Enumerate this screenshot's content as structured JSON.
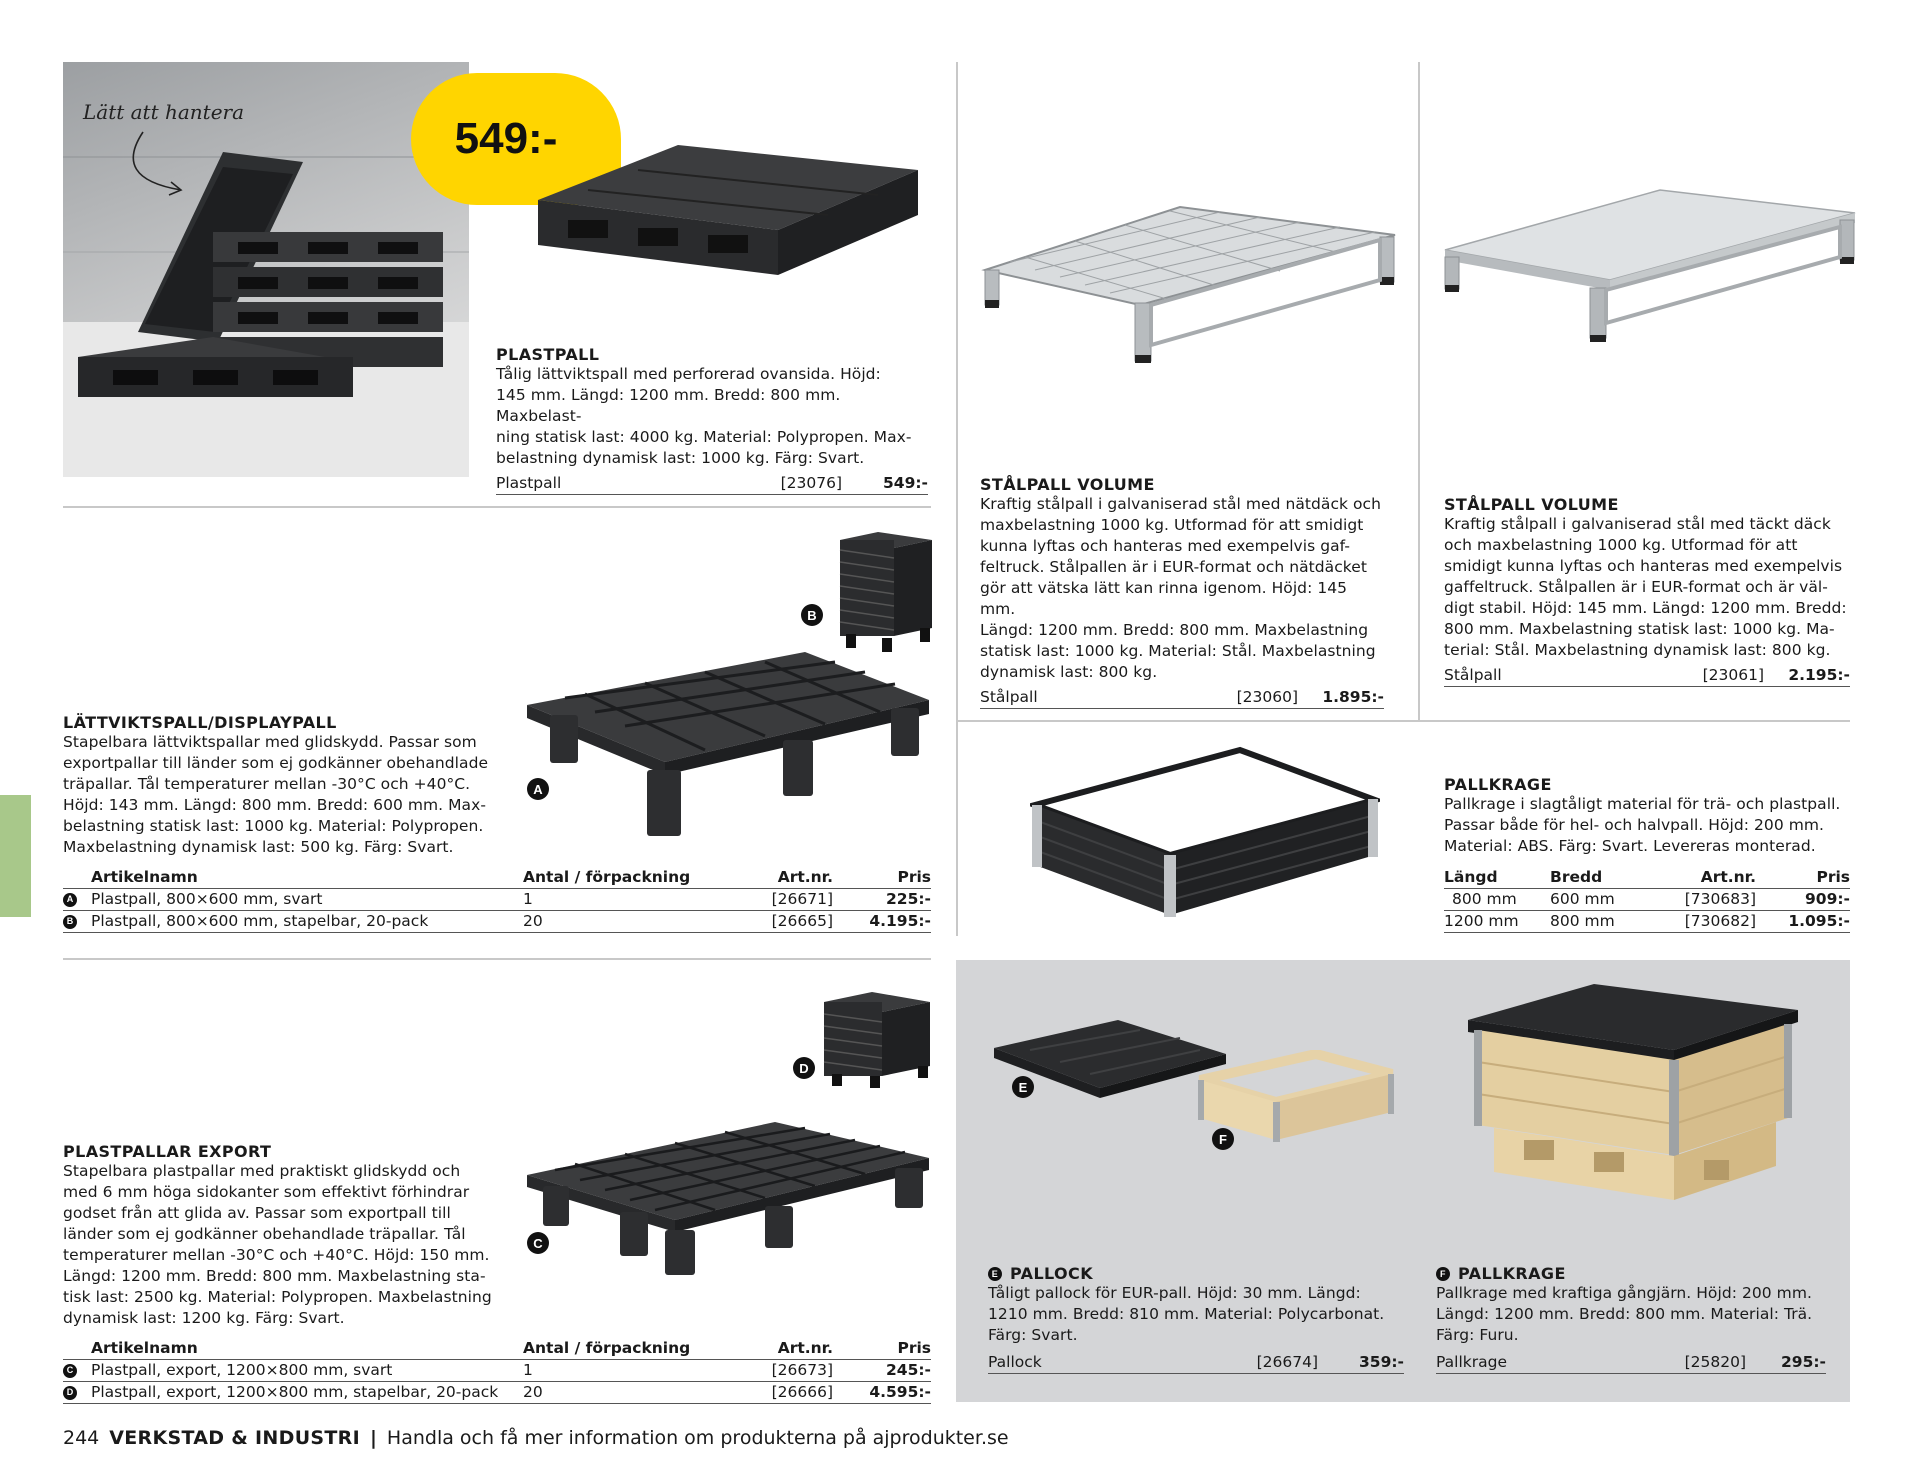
{
  "colors": {
    "price_badge": "#ffd500",
    "side_tab": "#a8c88a",
    "grey_panel": "#d4d5d7"
  },
  "hero": {
    "handwritten": "Lätt att hantera",
    "badge": "549:-"
  },
  "plastpall": {
    "title": "PLASTPALL",
    "desc": [
      "Tålig lättviktspall med perforerad ovansida. Höjd:",
      "145 mm. Längd: 1200 mm. Bredd: 800 mm. Maxbelast-",
      "ning statisk last: 4000 kg. Material: Polypropen. Max-",
      "belastning dynamisk last: 1000 kg. Färg: Svart."
    ],
    "name": "Plastpall",
    "art": "[23076]",
    "price": "549:-"
  },
  "stalpall1": {
    "title": "STÅLPALL VOLUME",
    "desc": [
      "Kraftig stålpall i galvaniserad stål med nätdäck och",
      "maxbelastning 1000 kg. Utformad för att smidigt",
      "kunna lyftas och hanteras med exempelvis gaf-",
      "feltruck. Stålpallen är i EUR-format och nätdäcket",
      "gör att vätska lätt kan rinna igenom. Höjd: 145 mm.",
      "Längd: 1200 mm. Bredd: 800 mm. Maxbelastning",
      "statisk last: 1000 kg. Material: Stål. Maxbelastning",
      "dynamisk last: 800 kg."
    ],
    "name": "Stålpall",
    "art": "[23060]",
    "price": "1.895:-"
  },
  "stalpall2": {
    "title": "STÅLPALL VOLUME",
    "desc": [
      "Kraftig stålpall i galvaniserad stål med täckt däck",
      "och maxbelastning 1000 kg. Utformad för att",
      "smidigt kunna lyftas och hanteras med exempelvis",
      "gaffeltruck. Stålpallen är i EUR-format och är väl-",
      "digt stabil. Höjd: 145 mm. Längd: 1200 mm. Bredd:",
      "800 mm. Maxbelastning statisk last: 1000 kg. Ma-",
      "terial: Stål. Maxbelastning dynamisk last: 800 kg."
    ],
    "name": "Stålpall",
    "art": "[23061]",
    "price": "2.195:-"
  },
  "lattvikt": {
    "title": "LÄTTVIKTSPALL/DISPLAYPALL",
    "desc": [
      "Stapelbara lättviktspallar med glidskydd. Passar som",
      "exportpallar till länder som ej godkänner obehandlade",
      "träpallar. Tål temperaturer mellan -30°C och +40°C.",
      "Höjd: 143 mm. Längd: 800 mm. Bredd: 600 mm. Max-",
      "belastning statisk last: 1000 kg. Material: Polypropen.",
      "Maxbelastning dynamisk last: 500 kg. Färg: Svart."
    ],
    "headers": {
      "name": "Artikelnamn",
      "qty": "Antal / förpackning",
      "art": "Art.nr.",
      "price": "Pris"
    },
    "rows": [
      {
        "marker": "A",
        "name": "Plastpall, 800×600 mm, svart",
        "qty": "1",
        "art": "[26671]",
        "price": "225:-"
      },
      {
        "marker": "B",
        "name": "Plastpall, 800×600 mm, stapelbar, 20-pack",
        "qty": "20",
        "art": "[26665]",
        "price": "4.195:-"
      }
    ],
    "img_markers": {
      "a": "A",
      "b": "B"
    }
  },
  "pallkrage1": {
    "title": "PALLKRAGE",
    "desc": [
      "Pallkrage i slagtåligt material för trä- och plastpall.",
      "Passar både för hel- och halvpall. Höjd: 200 mm.",
      "Material: ABS. Färg: Svart. Levereras monterad."
    ],
    "headers": {
      "length": "Längd",
      "width": "Bredd",
      "art": "Art.nr.",
      "price": "Pris"
    },
    "rows": [
      {
        "length": "800 mm",
        "width": "600 mm",
        "art": "[730683]",
        "price": "909:-"
      },
      {
        "length": "1200 mm",
        "width": "800 mm",
        "art": "[730682]",
        "price": "1.095:-"
      }
    ]
  },
  "export": {
    "title": "PLASTPALLAR EXPORT",
    "desc": [
      "Stapelbara plastpallar med praktiskt glidskydd och",
      "med 6 mm höga sidokanter som effektivt förhindrar",
      "godset från att glida av. Passar som exportpall till",
      "länder som ej godkänner obehandlade träpallar. Tål",
      "temperaturer mellan -30°C och +40°C. Höjd: 150 mm.",
      "Längd: 1200 mm. Bredd: 800 mm. Maxbelastning sta-",
      "tisk last: 2500 kg. Material: Polypropen. Maxbelastning",
      "dynamisk last: 1200 kg. Färg: Svart."
    ],
    "headers": {
      "name": "Artikelnamn",
      "qty": "Antal / förpackning",
      "art": "Art.nr.",
      "price": "Pris"
    },
    "rows": [
      {
        "marker": "C",
        "name": "Plastpall, export, 1200×800 mm, svart",
        "qty": "1",
        "art": "[26673]",
        "price": "245:-"
      },
      {
        "marker": "D",
        "name": "Plastpall, export, 1200×800 mm, stapelbar, 20-pack",
        "qty": "20",
        "art": "[26666]",
        "price": "4.595:-"
      }
    ],
    "img_markers": {
      "c": "C",
      "d": "D"
    }
  },
  "pallock": {
    "marker": "E",
    "title": "PALLOCK",
    "desc": [
      "Tåligt pallock för EUR-pall. Höjd: 30 mm. Längd:",
      "1210 mm. Bredd: 810 mm. Material: Polycarbonat.",
      "Färg: Svart."
    ],
    "name": "Pallock",
    "art": "[26674]",
    "price": "359:-"
  },
  "pallkrage2": {
    "marker": "F",
    "title": "PALLKRAGE",
    "desc": [
      "Pallkrage med kraftiga gångjärn. Höjd: 200 mm.",
      "Längd: 1200 mm. Bredd: 800 mm. Material: Trä.",
      "Färg: Furu."
    ],
    "name": "Pallkrage",
    "art": "[25820]",
    "price": "295:-"
  },
  "footer": {
    "page": "244",
    "section": "VERKSTAD & INDUSTRI",
    "sep": "|",
    "text": "Handla och få mer information om produkterna på ajprodukter.se"
  }
}
